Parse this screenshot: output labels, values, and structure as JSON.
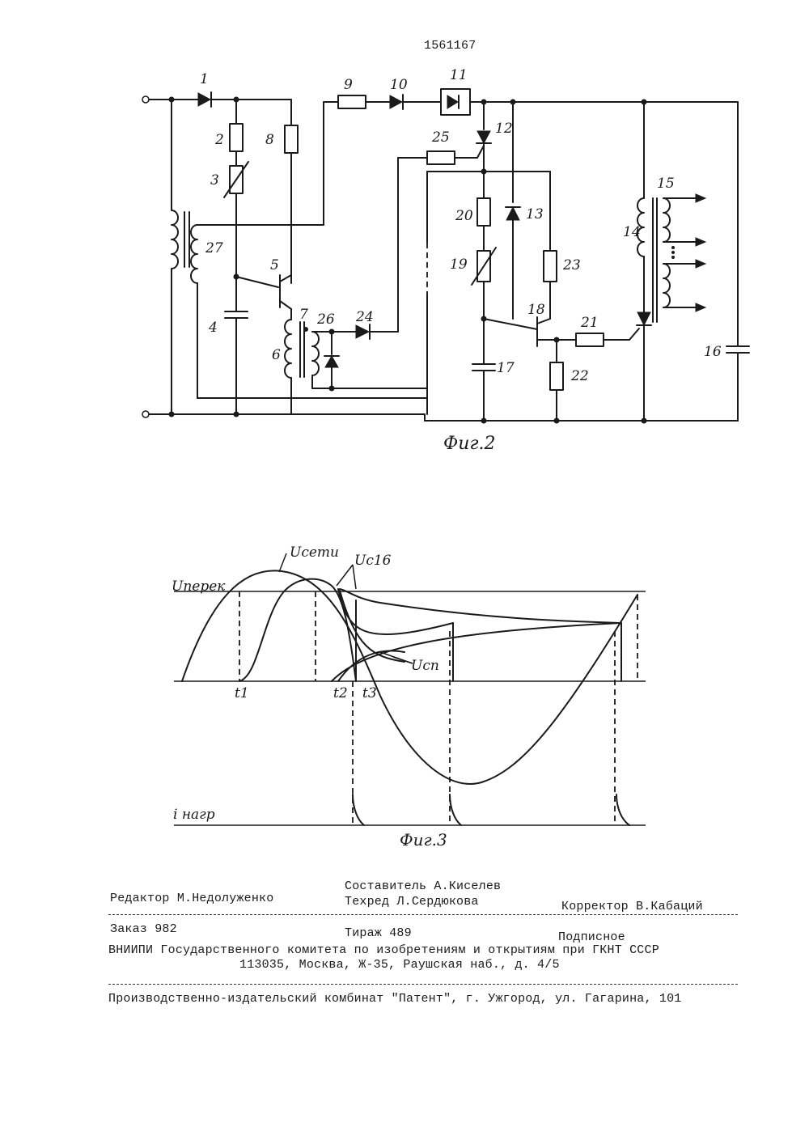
{
  "patent_number": "1561167",
  "figure2": {
    "caption": "Фиг.2",
    "labels": [
      "1",
      "2",
      "3",
      "4",
      "5",
      "6",
      "7",
      "8",
      "9",
      "10",
      "11",
      "12",
      "13",
      "14",
      "15",
      "16",
      "17",
      "18",
      "19",
      "20",
      "21",
      "22",
      "23",
      "24",
      "25",
      "26",
      "27"
    ]
  },
  "figure3": {
    "caption": "Фиг.3",
    "signal_labels": {
      "u_net": "Uсети",
      "u_c16": "Uс16",
      "u_ref": "Uперек",
      "u_cp": "Uсп",
      "i_load": "i нагр"
    },
    "time_labels": [
      "t1",
      "t2",
      "t3"
    ]
  },
  "footer": {
    "editor": "Редактор М.Недолуженко",
    "compiler": "Составитель А.Киселев",
    "techred": "Техред Л.Сердюкова",
    "corrector": "Корректор В.Кабаций",
    "order": "Заказ 982",
    "circulation": "Тираж 489",
    "subscription": "Подписное",
    "institute": "ВНИИПИ Государственного комитета по изобретениям и открытиям при ГКНТ СССР",
    "address": "113035, Москва, Ж-35, Раушская наб., д. 4/5",
    "printer": "Производственно-издательский комбинат \"Патент\", г. Ужгород, ул. Гагарина, 101"
  }
}
